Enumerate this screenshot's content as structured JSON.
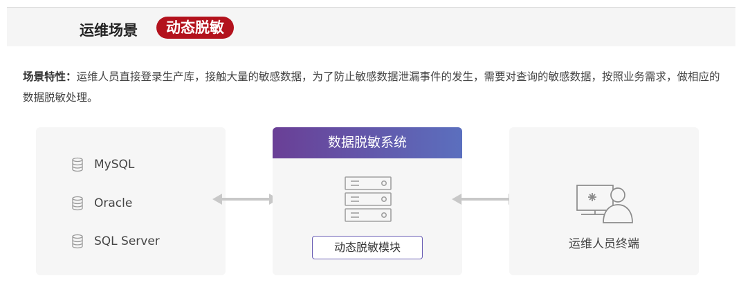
{
  "header": {
    "title": "运维场景",
    "badge": "动态脱敏"
  },
  "description": {
    "label": "场景特性：",
    "text": "运维人员直接登录生产库，接触大量的敏感数据，为了防止敏感数据泄漏事件的发生，需要对查询的敏感数据，按照业务需求，做相应的数据脱敏处理。"
  },
  "sources": {
    "items": [
      {
        "label": "MySQL",
        "icon": "database-icon"
      },
      {
        "label": "Oracle",
        "icon": "database-icon"
      },
      {
        "label": "SQL Server",
        "icon": "database-icon"
      }
    ]
  },
  "system": {
    "title": "数据脱敏系统",
    "icon": "server-rack-icon",
    "module": "动态脱敏模块"
  },
  "terminal": {
    "label": "运维人员终端",
    "icon": "operator-terminal-icon"
  },
  "colors": {
    "badge": "#b3121d",
    "gradient_start": "#6a3f96",
    "gradient_end": "#5b6fbe",
    "arrow": "#c8c8c8",
    "panel": "#f6f6f6"
  }
}
